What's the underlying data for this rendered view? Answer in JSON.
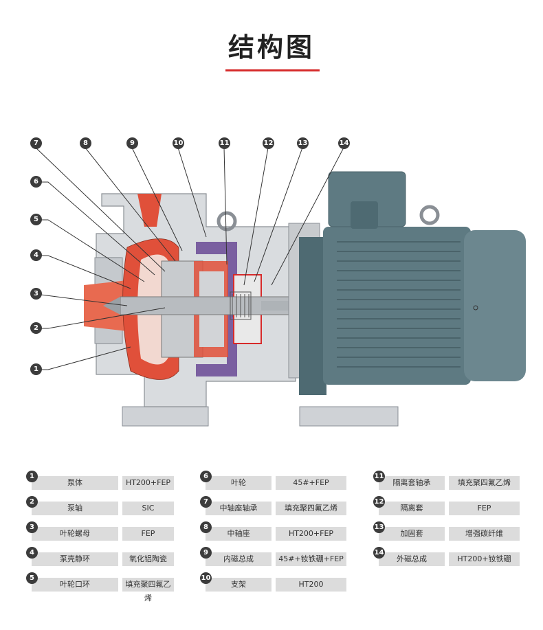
{
  "title": "结构图",
  "callouts": [
    "7",
    "8",
    "9",
    "10",
    "11",
    "12",
    "13",
    "14",
    "6",
    "5",
    "4",
    "3",
    "2",
    "1"
  ],
  "legend": {
    "col1": [
      {
        "num": "1",
        "name": "泵体",
        "material": "HT200+FEP"
      },
      {
        "num": "2",
        "name": "泵轴",
        "material": "SIC"
      },
      {
        "num": "3",
        "name": "叶轮螺母",
        "material": "FEP"
      },
      {
        "num": "4",
        "name": "泵壳静环",
        "material": "氧化铝陶瓷"
      },
      {
        "num": "5",
        "name": "叶轮口环",
        "material": "填充聚四氟乙烯"
      }
    ],
    "col2": [
      {
        "num": "6",
        "name": "叶轮",
        "material": "45#+FEP"
      },
      {
        "num": "7",
        "name": "中轴座轴承",
        "material": "填充聚四氟乙烯"
      },
      {
        "num": "8",
        "name": "中轴座",
        "material": "HT200+FEP"
      },
      {
        "num": "9",
        "name": "内磁总成",
        "material": "45#+钕铁硼+FEP"
      },
      {
        "num": "10",
        "name": "支架",
        "material": "HT200"
      }
    ],
    "col3": [
      {
        "num": "11",
        "name": "隔离套轴承",
        "material": "填充聚四氟乙烯"
      },
      {
        "num": "12",
        "name": "隔离套",
        "material": "FEP"
      },
      {
        "num": "13",
        "name": "加固套",
        "material": "增强碳纤维"
      },
      {
        "num": "14",
        "name": "外磁总成",
        "material": "HT200+钕铁硼"
      }
    ]
  },
  "colors": {
    "accent": "#d62a2a",
    "lining": "#e0503a",
    "motor": "#5e7a82",
    "casing": "#cfd2d6",
    "magnet": "#7a5fa0"
  }
}
